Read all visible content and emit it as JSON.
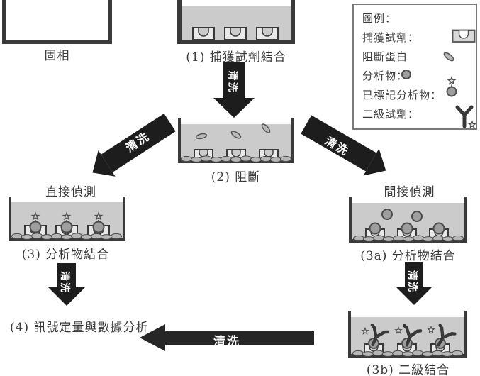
{
  "labels": {
    "solid_phase": "固相",
    "step1": "(1) 捕獲試劑結合",
    "step2": "(2) 阻斷",
    "direct_heading": "直接偵測",
    "step3": "(3) 分析物結合",
    "step4": "(4) 訊號定量與數據分析",
    "indirect_heading": "間接偵測",
    "step3a": "(3a) 分析物結合",
    "step3b": "(3b) 二級結合",
    "wash": "清洗"
  },
  "legend": {
    "title": "圖例：",
    "items": [
      {
        "label": "捕獲試劑：",
        "icon": "capture-reagent-icon"
      },
      {
        "label": "阻斷蛋白",
        "icon": "blocking-protein-icon"
      },
      {
        "label": "分析物：",
        "icon": "analyte-icon"
      },
      {
        "label": "已標記分析物：",
        "icon": "labeled-analyte-icon"
      },
      {
        "label": "二級試劑：",
        "icon": "secondary-reagent-icon"
      }
    ]
  },
  "colors": {
    "arrow": "#1d1d1d",
    "container_border": "#3a3a3a",
    "liquid": "#cbcbcb",
    "well": "#e9e9e9",
    "analyte": "#9e9e9e",
    "wash_text": "#ffffff",
    "text": "#3a3a3a"
  }
}
